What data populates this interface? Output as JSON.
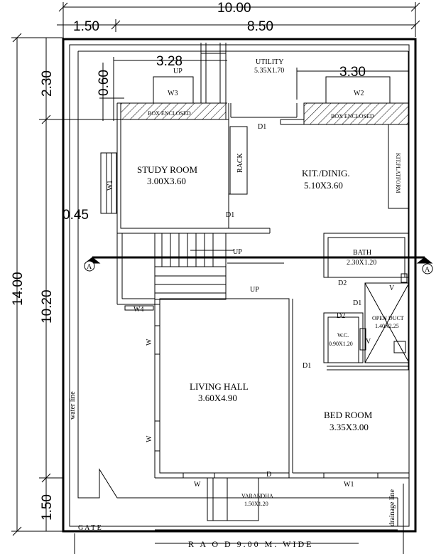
{
  "dimensions": {
    "overall_width": "10.00",
    "setback_left": "1.50",
    "built_width": "8.50",
    "overall_length": "14.00",
    "top_setback": "2.30",
    "main_length": "10.20",
    "front_setback": "1.50",
    "study_width": "3.28",
    "kitchen_width": "3.30",
    "top_offset": "0.60",
    "side_offset": "0.45"
  },
  "rooms": {
    "utility": {
      "name": "UTILITY",
      "size": "5.35X1.70"
    },
    "study": {
      "name": "STUDY ROOM",
      "size": "3.00X3.60"
    },
    "kitchen": {
      "name": "KIT./DINIG.",
      "size": "5.10X3.60"
    },
    "bath": {
      "name": "BATH",
      "size": "2.30X1.20"
    },
    "open_duct": {
      "name": "OPEN DUCT",
      "size": "1.40X2.25"
    },
    "wc": {
      "name": "W.C.",
      "size": "0.90X1.20"
    },
    "living": {
      "name": "LIVING HALL",
      "size": "3.60X4.90"
    },
    "bedroom": {
      "name": "BED ROOM",
      "size": "3.35X3.00"
    },
    "varandha": {
      "name": "VARANDHA",
      "size": "1.50X1.20"
    }
  },
  "labels": {
    "box_enclosed": "BOX ENCLOSED",
    "rack": "RACK",
    "kit_platform": "KIT.PLATFORM",
    "up": "UP",
    "section_marker": "A",
    "water_line": "water line",
    "drainage_line": "drainage line",
    "gate": "G A T E",
    "road": "R A O D   9.00  M. WIDE"
  },
  "openings": {
    "w1": "W1",
    "w2": "W2",
    "w3": "W3",
    "w4": "W4",
    "w": "W",
    "v": "V",
    "d": "D",
    "d1": "D1",
    "d2": "D2"
  }
}
